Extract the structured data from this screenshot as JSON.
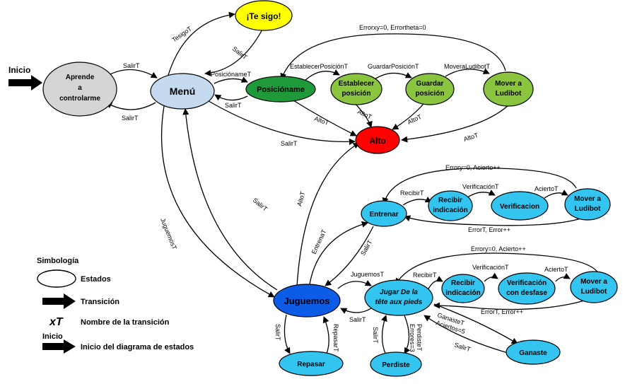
{
  "colors": {
    "gray": "#d4d4d4",
    "lightblue": "#c5d9ef",
    "yellow": "#ffff00",
    "darkgreen": "#1f9a3a",
    "lightgreen": "#8bc540",
    "red": "#ff0000",
    "cyan": "#33c4f0",
    "blue": "#0d5ce8"
  },
  "states": {
    "aprende": [
      "Aprende",
      "a",
      "controlarme"
    ],
    "menu": [
      "Menú"
    ],
    "tesigo": [
      "¡Te sigo!"
    ],
    "posicioname": [
      "Posicióname"
    ],
    "establecer": [
      "Establecer",
      "posición"
    ],
    "guardar": [
      "Guardar",
      "posición"
    ],
    "mover1": [
      "Mover a",
      "Ludibot"
    ],
    "alto": [
      "Alto"
    ],
    "entrenar": [
      "Entrenar"
    ],
    "recibir1": [
      "Recibir",
      "indicación"
    ],
    "verificacion1": [
      "Verificacion"
    ],
    "mover2": [
      "Mover a",
      "Ludibot"
    ],
    "juguemos": [
      "Juguemos"
    ],
    "jugar": [
      "Jugar De la",
      "tête aux pieds"
    ],
    "recibir2": [
      "Recibir",
      "indicación"
    ],
    "verificacion2": [
      "Verificación",
      "con desfase"
    ],
    "mover3": [
      "Mover a",
      "Ludibot"
    ],
    "repasar": [
      "Repasar"
    ],
    "perdiste": [
      "Perdiste"
    ],
    "ganaste": [
      "Ganaste"
    ]
  },
  "transitions": {
    "salirT": "SalirT",
    "tesigoT": "TesigoT",
    "posicionameT": "PosiciónameT",
    "establecerT": "EstablecerPosiciónT",
    "guardarT": "GuardarPosiciónT",
    "moverLudibotT": "MoveraLudibotT",
    "errorxy": "Errorxy=0, Errortheta=0",
    "altoT": "AltoT",
    "juguemosT": "JuguemosT",
    "entrenaT": "EntrenaT",
    "recibirT": "RecibirT",
    "verificacionT": "VerificaciónT",
    "aciertoT": "AciertoT",
    "errory": "Errory=0, Acierto++",
    "errorT": "ErrorT, Error++",
    "repasarT": "RepasarT",
    "perdisteT": "PerdisteT",
    "errores": "Errores=3",
    "ganasteT": "GanasteT",
    "aciertos": "Aciertos=5"
  },
  "legend": {
    "title": "Simbología",
    "estados": "Estados",
    "transicion": "Transición",
    "xt_symbol": "xT",
    "nombre": "Nombre de la transición",
    "inicio": "Inicio",
    "inicio_diagrama": "Inicio del diagrama de estados"
  },
  "inicio_label": "Inicio"
}
